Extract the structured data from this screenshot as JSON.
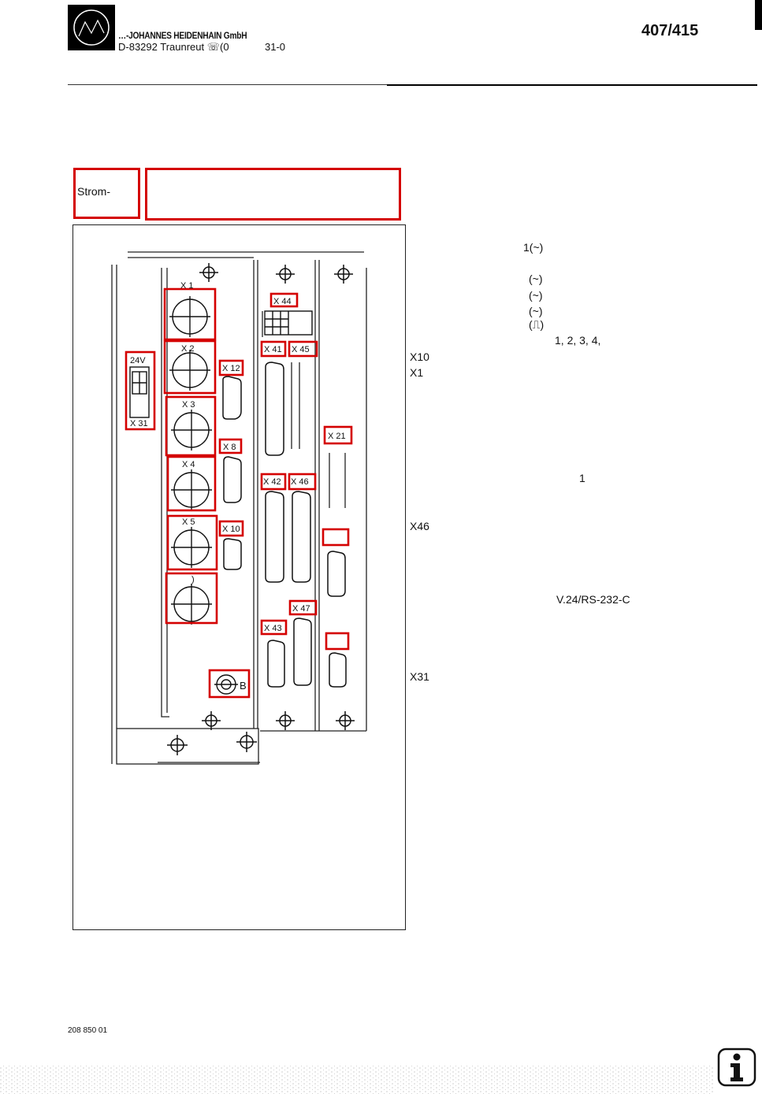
{
  "header": {
    "company_line1": "…-JOHANNES HEIDENHAIN GmbH",
    "company_line2": "D-83292 Traunreut ☏(0",
    "company_line2_suffix": "31-0",
    "page_number": "407/415"
  },
  "legend_box": {
    "label": "Strom-"
  },
  "connectors": {
    "x1": "X 1",
    "x2": "X 2",
    "x3": "X 3",
    "x4": "X 4",
    "x5": "X 5",
    "x6": ")",
    "x8": "X 8",
    "x10": "X 10",
    "x12": "X 12",
    "x21": "X 21",
    "x31": "X 31",
    "v24": "24V",
    "x41": "X 41",
    "x42": "X 42",
    "x43": "X 43",
    "x44": "X 44",
    "x45": "X 45",
    "x46": "X 46",
    "x47": "X 47",
    "b": "B"
  },
  "right_text": {
    "sig1": "1(~)",
    "sig2": "(~)",
    "sig3": "(~)",
    "sig4": "(~)",
    "sig5": "(⎍)",
    "sig_numbers": "1, 2, 3, 4,",
    "x10": "X10",
    "x1": "X1",
    "one": "1",
    "x46": "X46",
    "rs232": "V.24/RS-232-C",
    "x31": "X31"
  },
  "footer": {
    "doc_number": "208 850 01"
  },
  "icons": {
    "logo": "heidenhain-logo-icon",
    "info": "info-icon"
  }
}
